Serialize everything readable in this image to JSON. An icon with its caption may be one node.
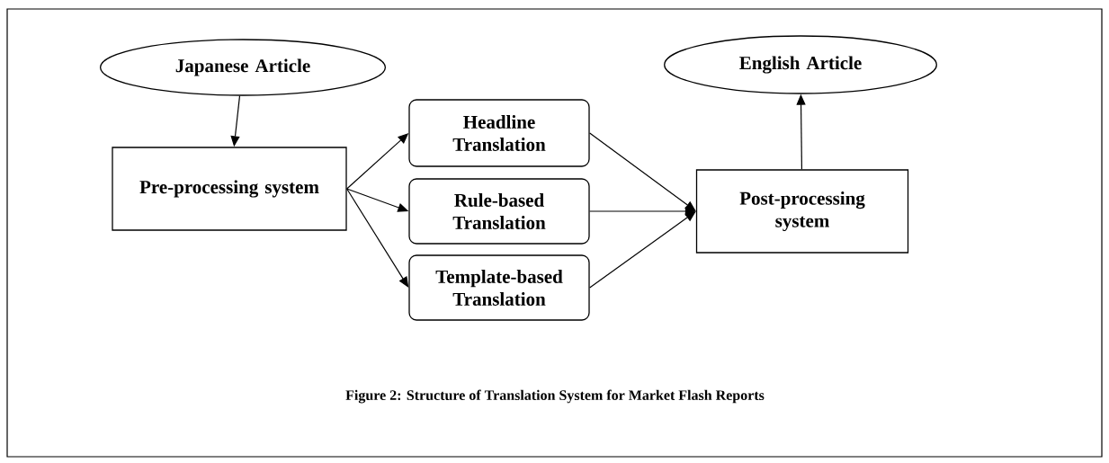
{
  "diagram": {
    "caption": "Figure 2: Structure of Translation System for Market Flash Reports",
    "nodes": [
      {
        "text": [
          "Japanese Article"
        ]
      },
      {
        "text": [
          "Pre-processing system"
        ]
      },
      {
        "text": [
          "Headline Translation"
        ]
      },
      {
        "text": [
          "Rule-based Translation"
        ]
      },
      {
        "text": [
          "Template-based Translation"
        ]
      },
      {
        "text": [
          "English Article"
        ]
      },
      {
        "text": [
          "Post-processing system"
        ]
      }
    ],
    "edges": [
      {
        "from": 0,
        "to": 1,
        "arrow": "to"
      },
      {
        "from": 1,
        "to": 2,
        "arrow": "to"
      },
      {
        "from": 1,
        "to": 3,
        "arrow": "to"
      },
      {
        "from": 1,
        "to": 4,
        "arrow": "to"
      },
      {
        "from": 2,
        "to": 6,
        "arrow": "to"
      },
      {
        "from": 3,
        "to": 6,
        "arrow": "to"
      },
      {
        "from": 4,
        "to": 6,
        "arrow": "to"
      },
      {
        "from": 6,
        "to": 5,
        "arrow": "to"
      }
    ]
  }
}
